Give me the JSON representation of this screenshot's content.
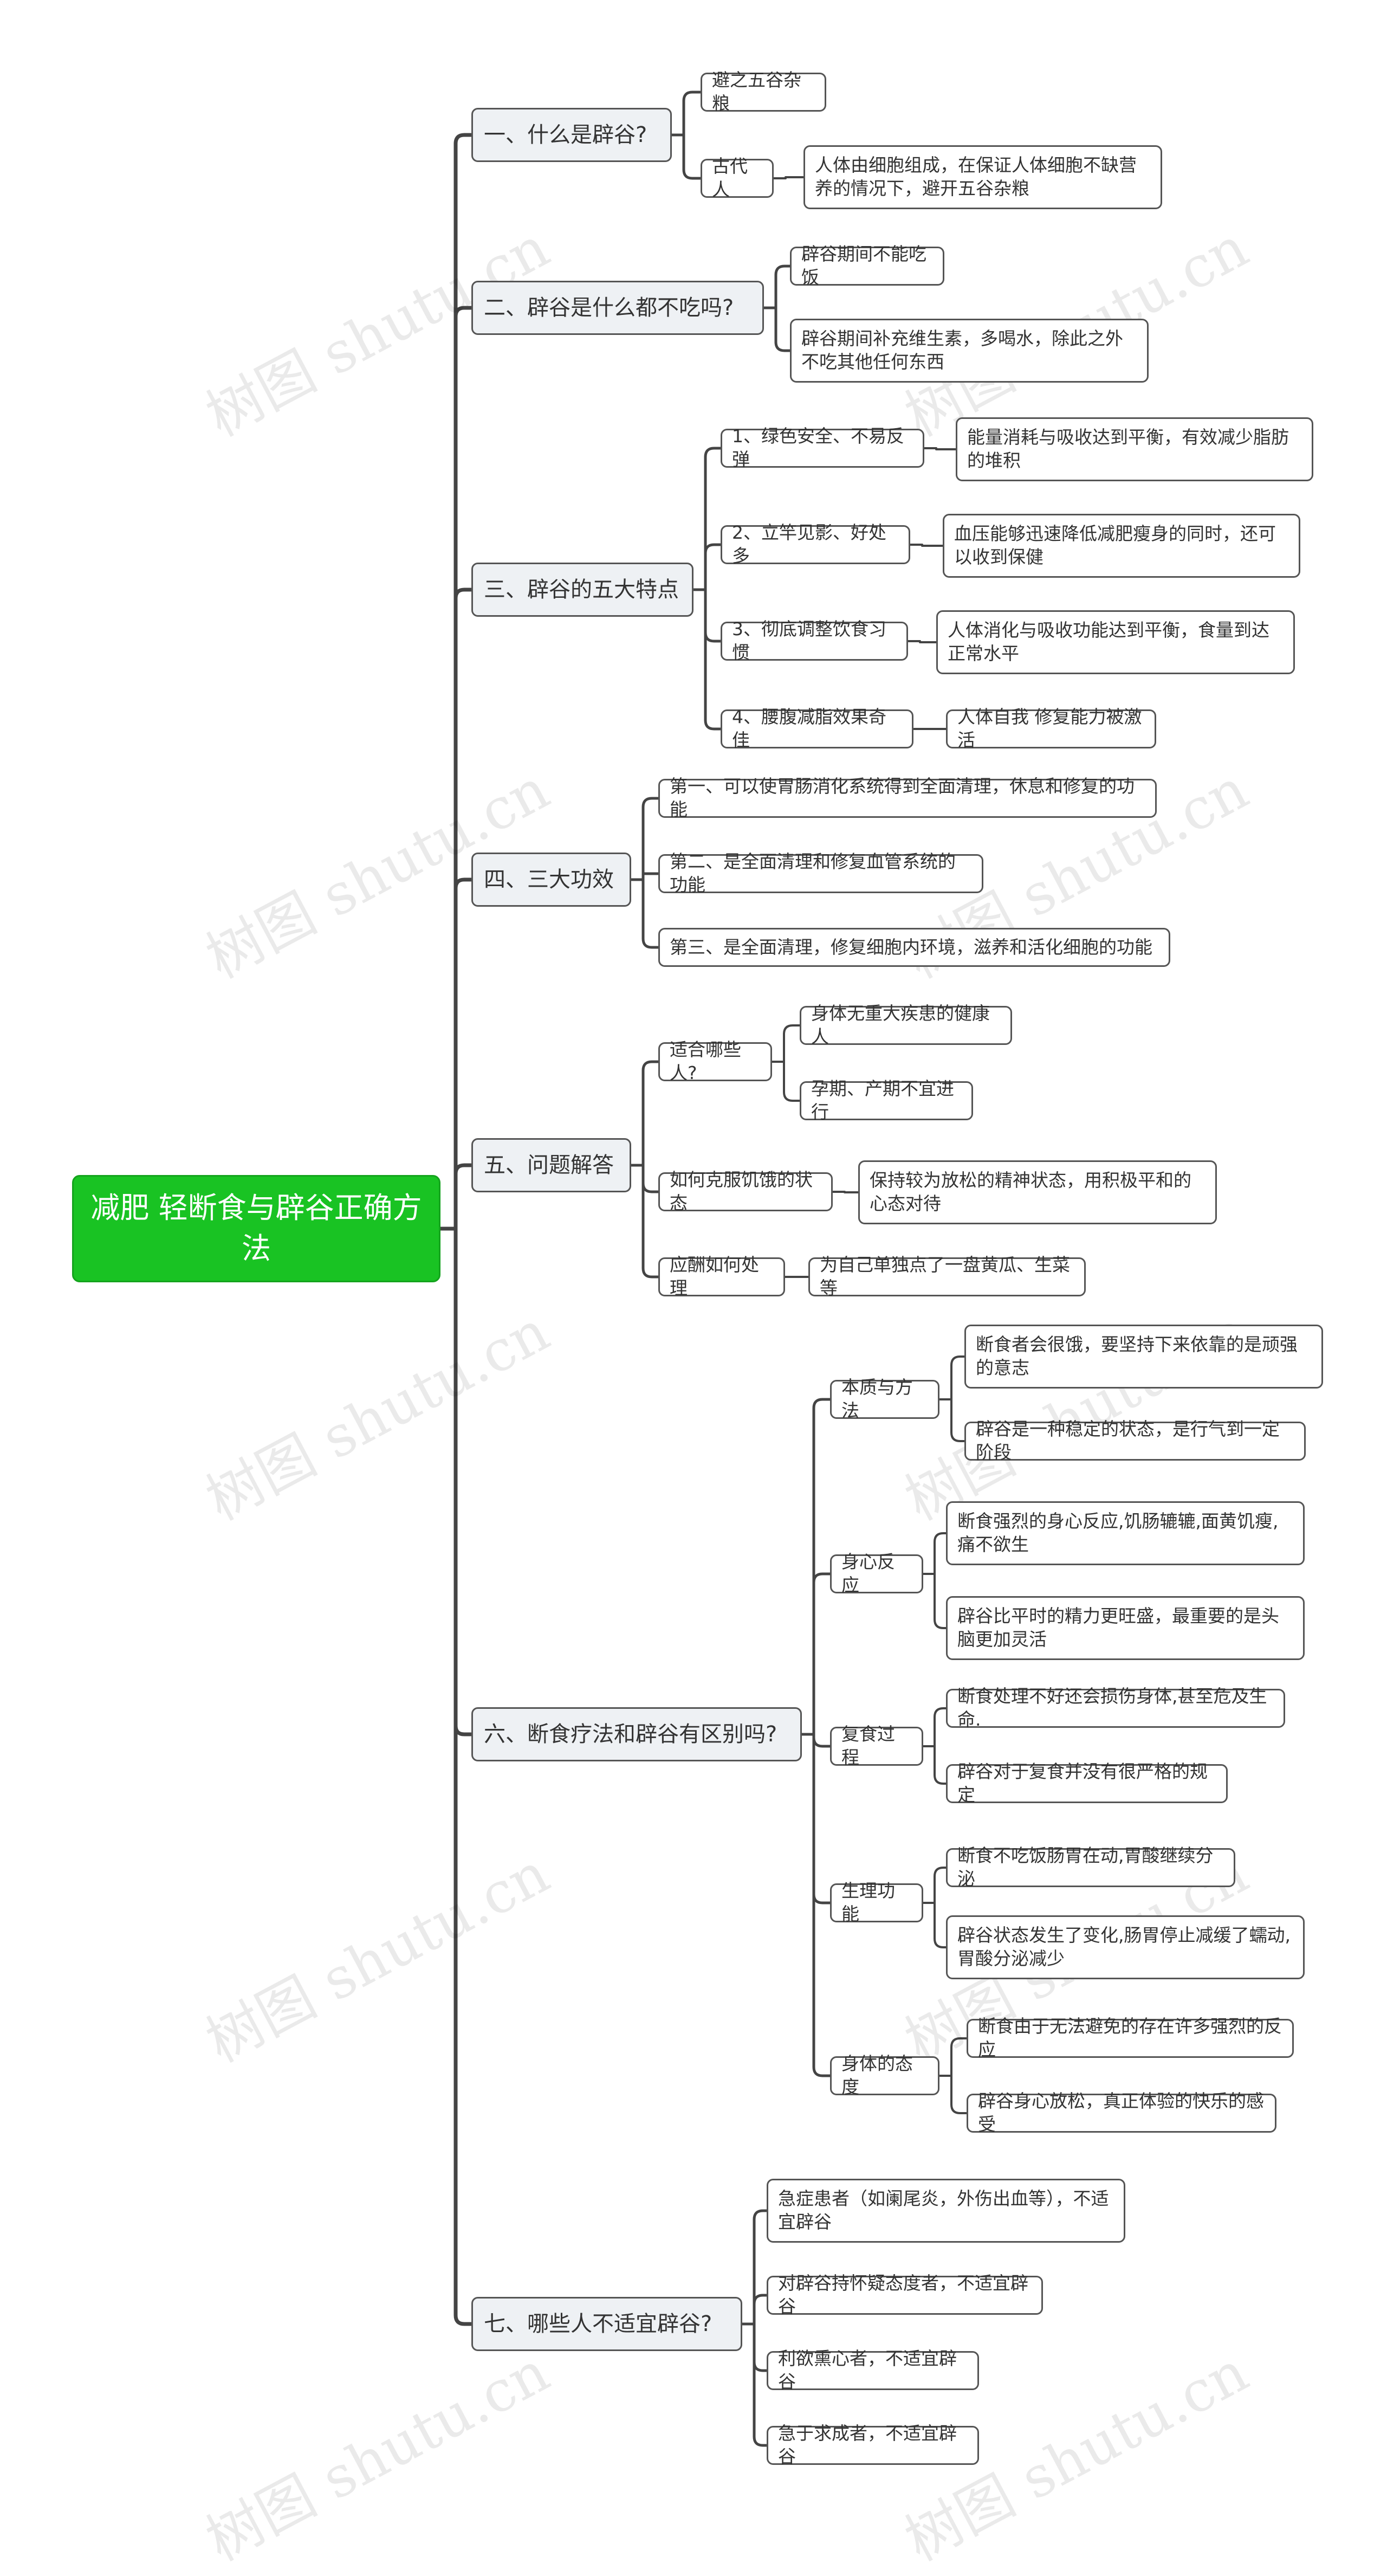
{
  "colors": {
    "root_fill": "#19c323",
    "branch_fill": "#eef1f4",
    "node_border": "#555555",
    "line": "#444444"
  },
  "root": {
    "label": "减肥 轻断食与辟谷正确方法"
  },
  "watermark": "树图 shutu.cn",
  "branches": [
    {
      "label": "一、什么是辟谷?",
      "children": [
        {
          "label": "避之五谷杂粮"
        },
        {
          "label": "古代人",
          "children": [
            {
              "label": "人体由细胞组成，在保证人体细胞不缺营养的情况下，避开五谷杂粮"
            }
          ]
        }
      ]
    },
    {
      "label": "二、辟谷是什么都不吃吗?",
      "children": [
        {
          "label": "辟谷期间不能吃饭"
        },
        {
          "label": "辟谷期间补充维生素，多喝水，除此之外不吃其他任何东西"
        }
      ]
    },
    {
      "label": "三、辟谷的五大特点",
      "children": [
        {
          "label": "1、绿色安全、不易反弹",
          "children": [
            {
              "label": "能量消耗与吸收达到平衡，有效减少脂肪的堆积"
            }
          ]
        },
        {
          "label": "2、立竿见影、好处多",
          "children": [
            {
              "label": "血压能够迅速降低减肥瘦身的同时，还可以收到保健"
            }
          ]
        },
        {
          "label": "3、彻底调整饮食习惯",
          "children": [
            {
              "label": "人体消化与吸收功能达到平衡，食量到达正常水平"
            }
          ]
        },
        {
          "label": "4、腰腹减脂效果奇佳",
          "children": [
            {
              "label": "人体自我 修复能力被激活"
            }
          ]
        }
      ]
    },
    {
      "label": "四、三大功效",
      "children": [
        {
          "label": "第一、可以使胃肠消化系统得到全面清理，休息和修复的功能"
        },
        {
          "label": "第二、是全面清理和修复血管系统的功能"
        },
        {
          "label": "第三、是全面清理，修复细胞内环境，滋养和活化细胞的功能"
        }
      ]
    },
    {
      "label": "五、问题解答",
      "children": [
        {
          "label": "适合哪些人?",
          "children": [
            {
              "label": "身体无重大疾患的健康人"
            },
            {
              "label": "孕期、产期不宜进行"
            }
          ]
        },
        {
          "label": "如何克服饥饿的状态",
          "children": [
            {
              "label": "保持较为放松的精神状态，用积极平和的心态对待"
            }
          ]
        },
        {
          "label": "应酬如何处理",
          "children": [
            {
              "label": "为自己单独点了一盘黄瓜、生菜等"
            }
          ]
        }
      ]
    },
    {
      "label": "六、断食疗法和辟谷有区别吗?",
      "children": [
        {
          "label": "本质与方法",
          "children": [
            {
              "label": "断食者会很饿，要坚持下来依靠的是顽强的意志"
            },
            {
              "label": "辟谷是一种稳定的状态，是行气到一定阶段"
            }
          ]
        },
        {
          "label": "身心反应",
          "children": [
            {
              "label": "断食强烈的身心反应,饥肠辘辘,面黄饥瘦,痛不欲生"
            },
            {
              "label": "辟谷比平时的精力更旺盛，最重要的是头脑更加灵活"
            }
          ]
        },
        {
          "label": "复食过程",
          "children": [
            {
              "label": "断食处理不好还会损伤身体,甚至危及生命."
            },
            {
              "label": "辟谷对于复食并没有很严格的规定"
            }
          ]
        },
        {
          "label": "生理功能",
          "children": [
            {
              "label": "断食不吃饭肠胃在动,胃酸继续分泌"
            },
            {
              "label": "辟谷状态发生了变化,肠胃停止减缓了蠕动,胃酸分泌减少"
            }
          ]
        },
        {
          "label": "身体的态度",
          "children": [
            {
              "label": "断食由于无法避免的存在许多强烈的反应"
            },
            {
              "label": "辟谷身心放松，真正体验的快乐的感受"
            }
          ]
        }
      ]
    },
    {
      "label": "七、哪些人不适宜辟谷?",
      "children": [
        {
          "label": "急症患者（如阑尾炎，外伤出血等），不适宜辟谷"
        },
        {
          "label": "对辟谷持怀疑态度者，不适宜辟谷"
        },
        {
          "label": "利欲熏心者，不适宜辟谷"
        },
        {
          "label": "急于求成者，不适宜辟谷"
        }
      ]
    }
  ]
}
